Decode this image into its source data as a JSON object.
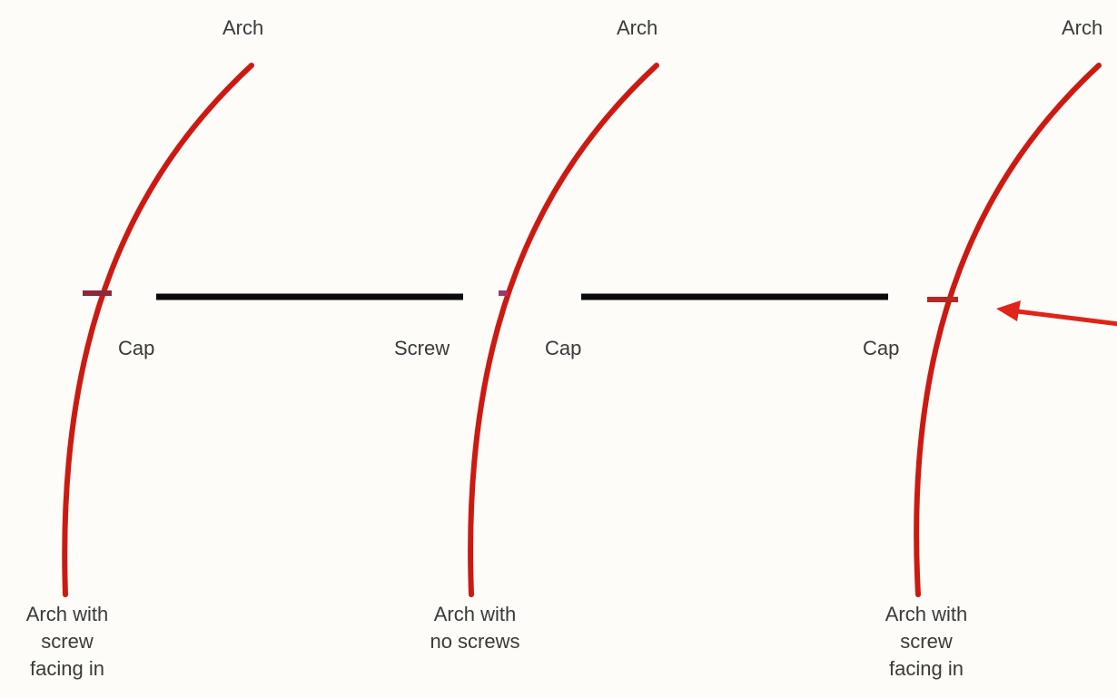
{
  "colors": {
    "arch": "#cc1a12",
    "cap_mark": "#8c2a3c",
    "screw_mark": "#9a3a6a",
    "bar": "#0a0a0a",
    "arrow": "#e02419",
    "text": "#3a3a3a",
    "background": "#fdfcf9"
  },
  "arches": [
    {
      "top_label": "Arch",
      "bottom_label": [
        "Arch with",
        "screw",
        "facing in"
      ]
    },
    {
      "top_label": "Arch",
      "bottom_label": [
        "Arch with",
        "no screws"
      ]
    },
    {
      "top_label": "Arch",
      "bottom_label": [
        "Arch with",
        "screw",
        "facing in"
      ]
    }
  ],
  "connectors": [
    {
      "left_label": "Cap",
      "right_label": "Screw"
    },
    {
      "left_label": "Cap",
      "right_label": "Cap"
    }
  ],
  "pointer": {
    "icon": "arrow-left-icon"
  }
}
